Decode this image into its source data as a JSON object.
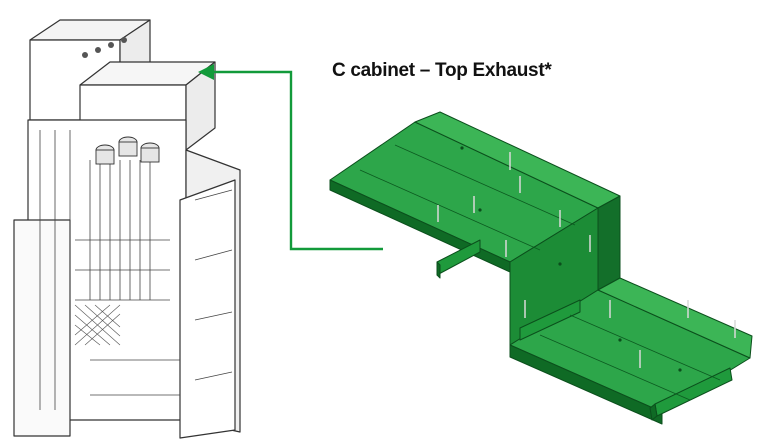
{
  "title": "C cabinet – Top Exhaust*",
  "colors": {
    "arrow": "#129a3a",
    "part_fill": "#1f9a3c",
    "part_dark": "#0f6a25",
    "part_light": "#3cb556",
    "line": "#333333"
  },
  "icons": {
    "cabinet": "switchgear-cabinet-illustration",
    "exhaust": "top-exhaust-duct-illustration",
    "arrow": "pointer-arrow"
  }
}
